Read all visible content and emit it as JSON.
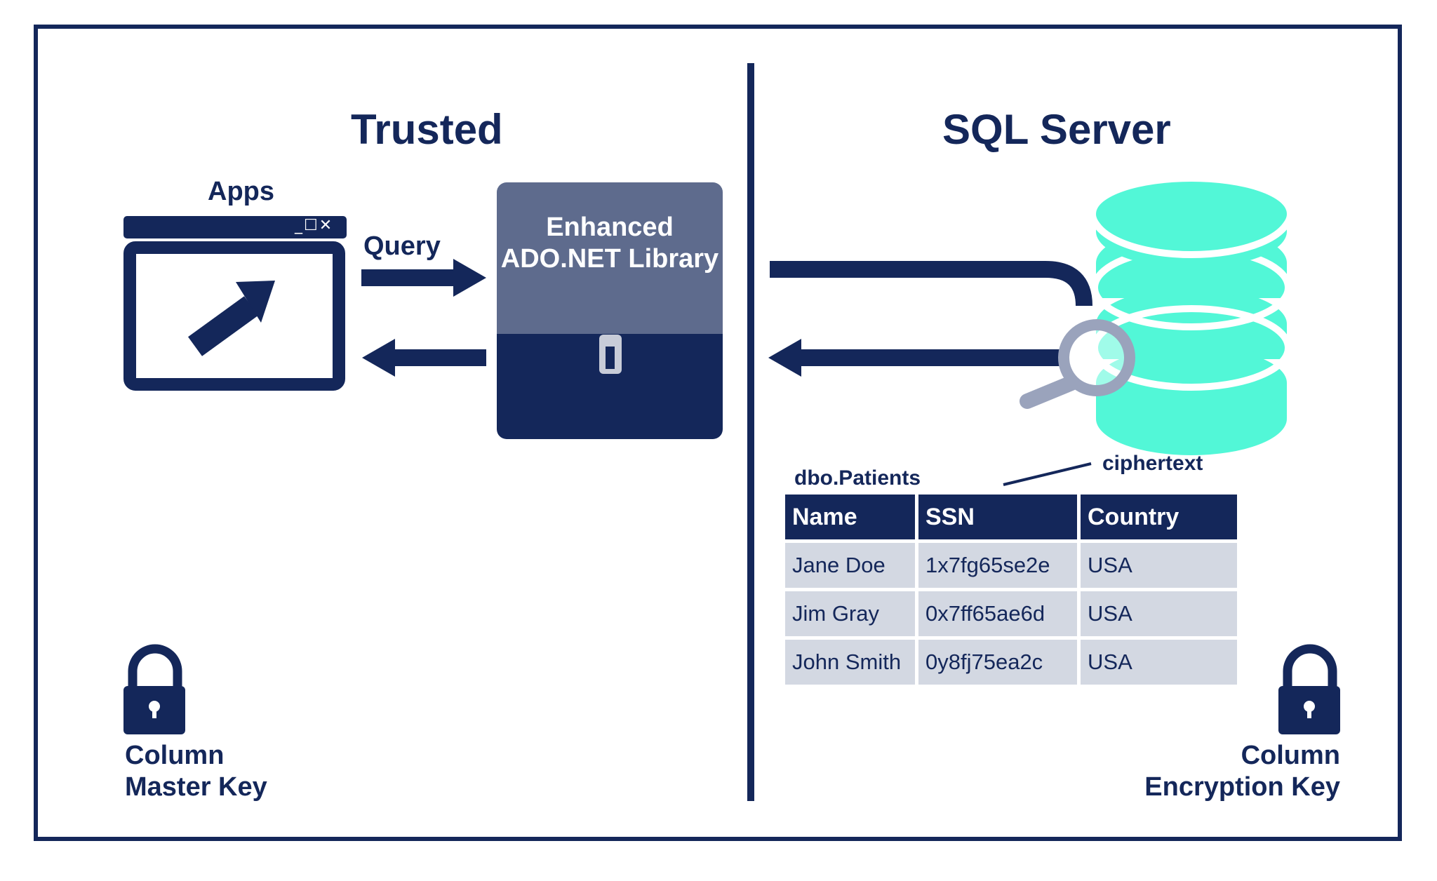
{
  "left_section": {
    "title": "Trusted"
  },
  "right_section": {
    "title": "SQL Server"
  },
  "apps": {
    "label": "Apps",
    "window_controls": "_☐✕"
  },
  "query": {
    "label": "Query"
  },
  "library": {
    "label": "Enhanced ADO.NET Library"
  },
  "column_master_key": {
    "label": "Column Master Key"
  },
  "column_encryption_key": {
    "label": "Column Encryption Key"
  },
  "table": {
    "name": "dbo.Patients",
    "annotation": "ciphertext",
    "headers": [
      "Name",
      "SSN",
      "Country"
    ],
    "rows": [
      [
        "Jane Doe",
        "1x7fg65se2e",
        "USA"
      ],
      [
        "Jim Gray",
        "0x7ff65ae6d",
        "USA"
      ],
      [
        "John Smith",
        "0y8fj75ea2c",
        "USA"
      ]
    ]
  },
  "colors": {
    "navy": "#14275a",
    "slate": "#5e6b8d",
    "mint": "#52f7d7",
    "magnifier": "#9aa3bc",
    "row_bg": "#d3d8e2"
  },
  "icons": [
    "browser-window-icon",
    "cursor-arrow-icon",
    "padlock-icon",
    "database-icon",
    "magnifier-icon"
  ]
}
